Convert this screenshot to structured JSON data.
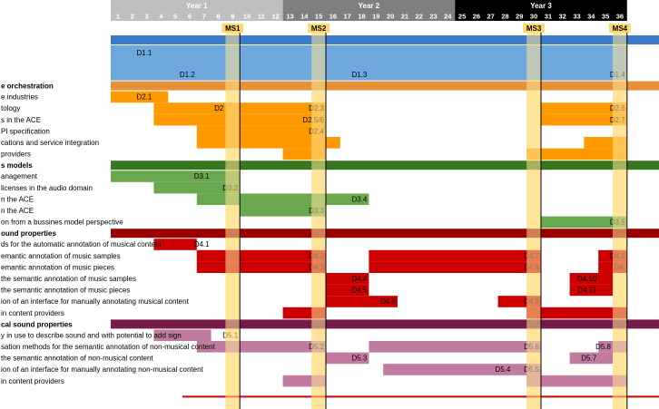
{
  "chart_data": {
    "type": "gantt",
    "months": [
      "1",
      "2",
      "3",
      "4",
      "5",
      "6",
      "7",
      "8",
      "9",
      "10",
      "11",
      "12",
      "13",
      "14",
      "15",
      "16",
      "17",
      "18",
      "19",
      "20",
      "21",
      "22",
      "23",
      "24",
      "25",
      "26",
      "27",
      "28",
      "29",
      "30",
      "31",
      "32",
      "33",
      "34",
      "35",
      "36"
    ],
    "years": [
      {
        "label": "Year 1",
        "start": 1,
        "end": 12,
        "color": "#bfbfbf"
      },
      {
        "label": "Year 2",
        "start": 13,
        "end": 24,
        "color": "#7f7f7f"
      },
      {
        "label": "Year 3",
        "start": 25,
        "end": 36,
        "color": "#000000"
      }
    ],
    "milestones": [
      {
        "label": "MS1",
        "month": 9
      },
      {
        "label": "MS2",
        "month": 15
      },
      {
        "label": "MS3",
        "month": 30
      },
      {
        "label": "MS4",
        "month": 36
      }
    ],
    "rows": [
      {
        "kind": "header",
        "label": "",
        "color": "#3a7cc8"
      },
      {
        "kind": "task",
        "label": "",
        "color": "#6fa8dc",
        "bars": [
          [
            1,
            36
          ]
        ],
        "deliverables": [
          {
            "text": "D1.1",
            "month": 3
          }
        ],
        "tall": true
      },
      {
        "kind": "task",
        "label": "",
        "color": "#6fa8dc",
        "bars": [
          [
            1,
            36
          ]
        ],
        "deliverables": [
          {
            "text": "D1.2",
            "month": 6
          },
          {
            "text": "D1.3",
            "month": 18
          },
          {
            "text": "D1.4",
            "month": 36
          }
        ]
      },
      {
        "kind": "header",
        "label": "e orchestration",
        "color": "#e69138"
      },
      {
        "kind": "task",
        "label": "e industries",
        "color": "#ff9900",
        "bars": [
          [
            1,
            4
          ]
        ],
        "deliverables": [
          {
            "text": "D2.1",
            "month": 3
          }
        ]
      },
      {
        "kind": "task",
        "label": "tology",
        "color": "#ff9900",
        "bars": [
          [
            4,
            15
          ],
          [
            31,
            36
          ]
        ],
        "deliverables": [
          {
            "text": "D2",
            "month": 8
          },
          {
            "text": "D2.3",
            "month": 15
          },
          {
            "text": "D2.6",
            "month": 36
          }
        ]
      },
      {
        "kind": "task",
        "label": "s in the ACE",
        "color": "#ff9900",
        "bars": [
          [
            4,
            15
          ],
          [
            31,
            36
          ]
        ],
        "deliverables": [
          {
            "text": "D2.5/6",
            "month": 15
          },
          {
            "text": "D2.7",
            "month": 36
          }
        ]
      },
      {
        "kind": "task",
        "label": "PI specification",
        "color": "#ff9900",
        "bars": [
          [
            7,
            15
          ]
        ],
        "deliverables": [
          {
            "text": "D2.4",
            "month": 15
          }
        ]
      },
      {
        "kind": "task",
        "label": "cations and service integration",
        "color": "#ff9900",
        "bars": [
          [
            7,
            16
          ],
          [
            34,
            36
          ]
        ],
        "deliverables": []
      },
      {
        "kind": "task",
        "label": "providers",
        "color": "#ff9900",
        "bars": [
          [
            13,
            15
          ],
          [
            30,
            36
          ]
        ],
        "deliverables": []
      },
      {
        "kind": "header",
        "label": "s models",
        "color": "#38761d",
        "bold": true
      },
      {
        "kind": "task",
        "label": "anagement",
        "color": "#6aa84f",
        "bars": [
          [
            1,
            9
          ]
        ],
        "deliverables": [
          {
            "text": "D3.1",
            "month": 7
          }
        ]
      },
      {
        "kind": "task",
        "label": "licenses in the audio domain",
        "color": "#6aa84f",
        "bars": [
          [
            4,
            9
          ]
        ],
        "deliverables": [
          {
            "text": "D3.2",
            "month": 9
          }
        ]
      },
      {
        "kind": "task",
        "label": "n the ACE",
        "color": "#6aa84f",
        "bars": [
          [
            7,
            18
          ]
        ],
        "deliverables": [
          {
            "text": "D3.4",
            "month": 18
          }
        ]
      },
      {
        "kind": "task",
        "label": "n the ACE",
        "color": "#6aa84f",
        "bars": [
          [
            10,
            15
          ]
        ],
        "deliverables": [
          {
            "text": "D3.3",
            "month": 15
          }
        ]
      },
      {
        "kind": "task",
        "label": "on from a bussines model perspective",
        "color": "#6aa84f",
        "bars": [
          [
            31,
            36
          ]
        ],
        "deliverables": [
          {
            "text": "D3.5",
            "month": 36
          }
        ]
      },
      {
        "kind": "header",
        "label": "ound properties",
        "color": "#990000"
      },
      {
        "kind": "task",
        "label": "ds for the automatic annotation of musical content",
        "color": "#cc0000",
        "bars": [
          [
            4,
            6
          ]
        ],
        "deliverables": [
          {
            "text": "D4.1",
            "month": 7
          }
        ]
      },
      {
        "kind": "task",
        "label": "emantic annotation of music samples",
        "color": "#cc0000",
        "bars": [
          [
            7,
            15
          ],
          [
            19,
            30
          ],
          [
            35,
            36
          ]
        ],
        "deliverables": [
          {
            "text": "D4.2",
            "month": 15
          },
          {
            "text": "D4.7",
            "month": 30
          },
          {
            "text": "D4.1",
            "month": 36
          }
        ]
      },
      {
        "kind": "task",
        "label": "emantic annotation of music pieces",
        "color": "#cc0000",
        "bars": [
          [
            7,
            15
          ],
          [
            19,
            30
          ],
          [
            35,
            36
          ]
        ],
        "deliverables": [
          {
            "text": "D4.3",
            "month": 15
          },
          {
            "text": "D4.8",
            "month": 30
          },
          {
            "text": "D4.",
            "month": 36
          }
        ]
      },
      {
        "kind": "task",
        "label": "the semantic annotation of music samples",
        "color": "#cc0000",
        "bars": [
          [
            16,
            18
          ],
          [
            33,
            35
          ]
        ],
        "deliverables": [
          {
            "text": "D4.4",
            "month": 18
          },
          {
            "text": "D4.10",
            "month": 34
          }
        ]
      },
      {
        "kind": "task",
        "label": "the semantic annotation of music pieces",
        "color": "#cc0000",
        "bars": [
          [
            16,
            18
          ],
          [
            33,
            35
          ]
        ],
        "deliverables": [
          {
            "text": "D4.5",
            "month": 18
          },
          {
            "text": "D4.11",
            "month": 34
          }
        ]
      },
      {
        "kind": "task",
        "label": "ion of an interface for manually annotating musical content",
        "color": "#cc0000",
        "bars": [
          [
            16,
            20
          ],
          [
            28,
            30
          ]
        ],
        "deliverables": [
          {
            "text": "D4.6",
            "month": 20
          },
          {
            "text": "D4.9",
            "month": 30
          }
        ]
      },
      {
        "kind": "task",
        "label": "in content providers",
        "color": "#cc0000",
        "bars": [
          [
            13,
            15
          ],
          [
            30,
            36
          ]
        ],
        "deliverables": []
      },
      {
        "kind": "header",
        "label": "cal sound properties",
        "color": "#741b47"
      },
      {
        "kind": "task",
        "label": "y in use to describe sound and with potential to add sign",
        "color": "#c27ba0",
        "bars": [
          [
            4,
            7
          ]
        ],
        "deliverables": [
          {
            "text": "D5.1",
            "month": 9
          }
        ]
      },
      {
        "kind": "task",
        "label": "sation methods for the semantic annotation of non-musical content",
        "color": "#c27ba0",
        "bars": [
          [
            7,
            15
          ],
          [
            19,
            30
          ],
          [
            35,
            36
          ]
        ],
        "deliverables": [
          {
            "text": "D5.2",
            "month": 15
          },
          {
            "text": "D5.6",
            "month": 30
          },
          {
            "text": "D5.8",
            "month": 35
          }
        ]
      },
      {
        "kind": "task",
        "label": "the semantic annotation of non-musical content",
        "color": "#c27ba0",
        "bars": [
          [
            16,
            18
          ],
          [
            33,
            35
          ]
        ],
        "deliverables": [
          {
            "text": "D5.3",
            "month": 18
          },
          {
            "text": "D5.7",
            "month": 34
          }
        ]
      },
      {
        "kind": "task",
        "label": "ion of an interface for manually annotating non-musical content",
        "color": "#c27ba0",
        "bars": [
          [
            20,
            30
          ]
        ],
        "deliverables": [
          {
            "text": "D5.4",
            "month": 28
          },
          {
            "text": "D5.5",
            "month": 30
          }
        ]
      },
      {
        "kind": "task",
        "label": "in content providers",
        "color": "#c27ba0",
        "bars": [
          [
            13,
            15
          ],
          [
            30,
            36
          ]
        ],
        "deliverables": []
      },
      {
        "kind": "header",
        "label": "",
        "color": "#cc0000",
        "partial": true
      }
    ],
    "highlight_color": "#ffe599",
    "milestone_box_color": "#ffd966"
  }
}
